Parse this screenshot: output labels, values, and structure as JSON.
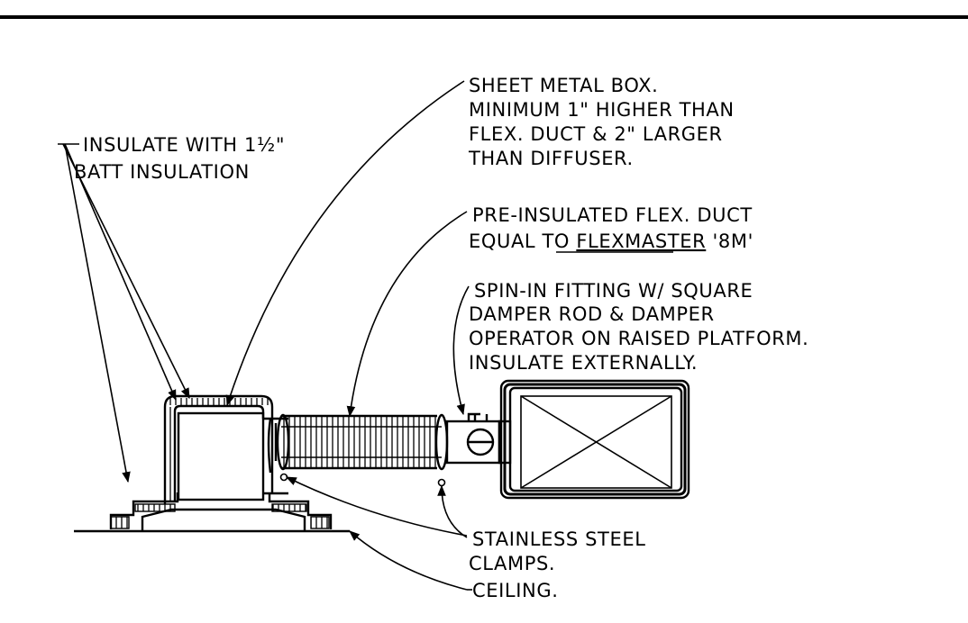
{
  "labels": {
    "insulation": [
      "INSULATE WITH 1½\"",
      "BATT INSULATION"
    ],
    "sheet_metal_box": [
      "SHEET METAL BOX.",
      "MINIMUM 1\" HIGHER THAN",
      "FLEX. DUCT & 2\" LARGER",
      "THAN DIFFUSER."
    ],
    "flex_duct": [
      "PRE-INSULATED FLEX. DUCT",
      "EQUAL TO ",
      "FLEXMASTER",
      " '8M'"
    ],
    "spin_in_fitting": [
      "SPIN-IN FITTING W/ SQUARE",
      "DAMPER ROD & DAMPER",
      "OPERATOR ON RAISED PLATFORM.",
      "INSULATE EXTERNALLY."
    ],
    "clamps": [
      "STAINLESS STEEL",
      "CLAMPS."
    ],
    "ceiling": [
      "CEILING."
    ]
  }
}
